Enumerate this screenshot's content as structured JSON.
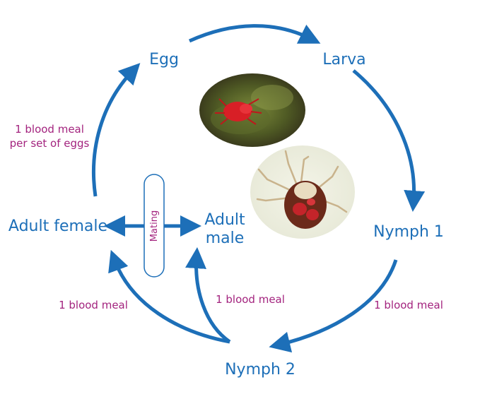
{
  "stages": {
    "egg": "Egg",
    "larva": "Larva",
    "nymph1": "Nymph 1",
    "nymph2": "Nymph 2",
    "adult_female": "Adult female",
    "adult_male_line1": "Adult",
    "adult_male_line2": "male"
  },
  "meals": {
    "eggs_line1": "1 blood meal",
    "eggs_line2": "per set of eggs",
    "nymph1": "1 blood meal",
    "nymph2_to_female": "1 blood meal",
    "nymph2_to_male": "1 blood meal"
  },
  "mating": "Mating",
  "colors": {
    "arrow": "#1d6fb8",
    "stage_text": "#1d6fb8",
    "meal_text": "#a3237e"
  }
}
